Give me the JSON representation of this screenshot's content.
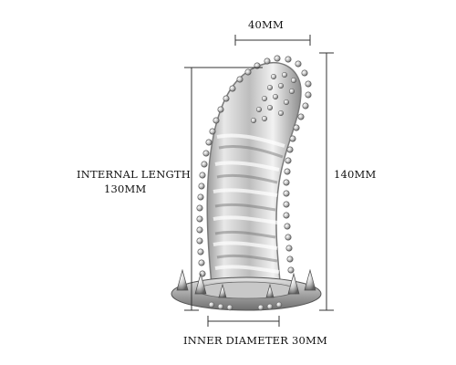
{
  "dimensions": {
    "width_label": "40MM",
    "total_length_label": "140MM",
    "internal_length_label_line1": "INTERNAL LENGTH",
    "internal_length_label_line2": "130MM",
    "inner_diameter_label": "INNER DIAMETER 30MM"
  },
  "colors": {
    "background": "#ffffff",
    "dimension_line": "#333333",
    "product_body": "#d9d9d9",
    "product_highlight": "#f4f4f4",
    "product_shadow": "#8a8a8a"
  }
}
